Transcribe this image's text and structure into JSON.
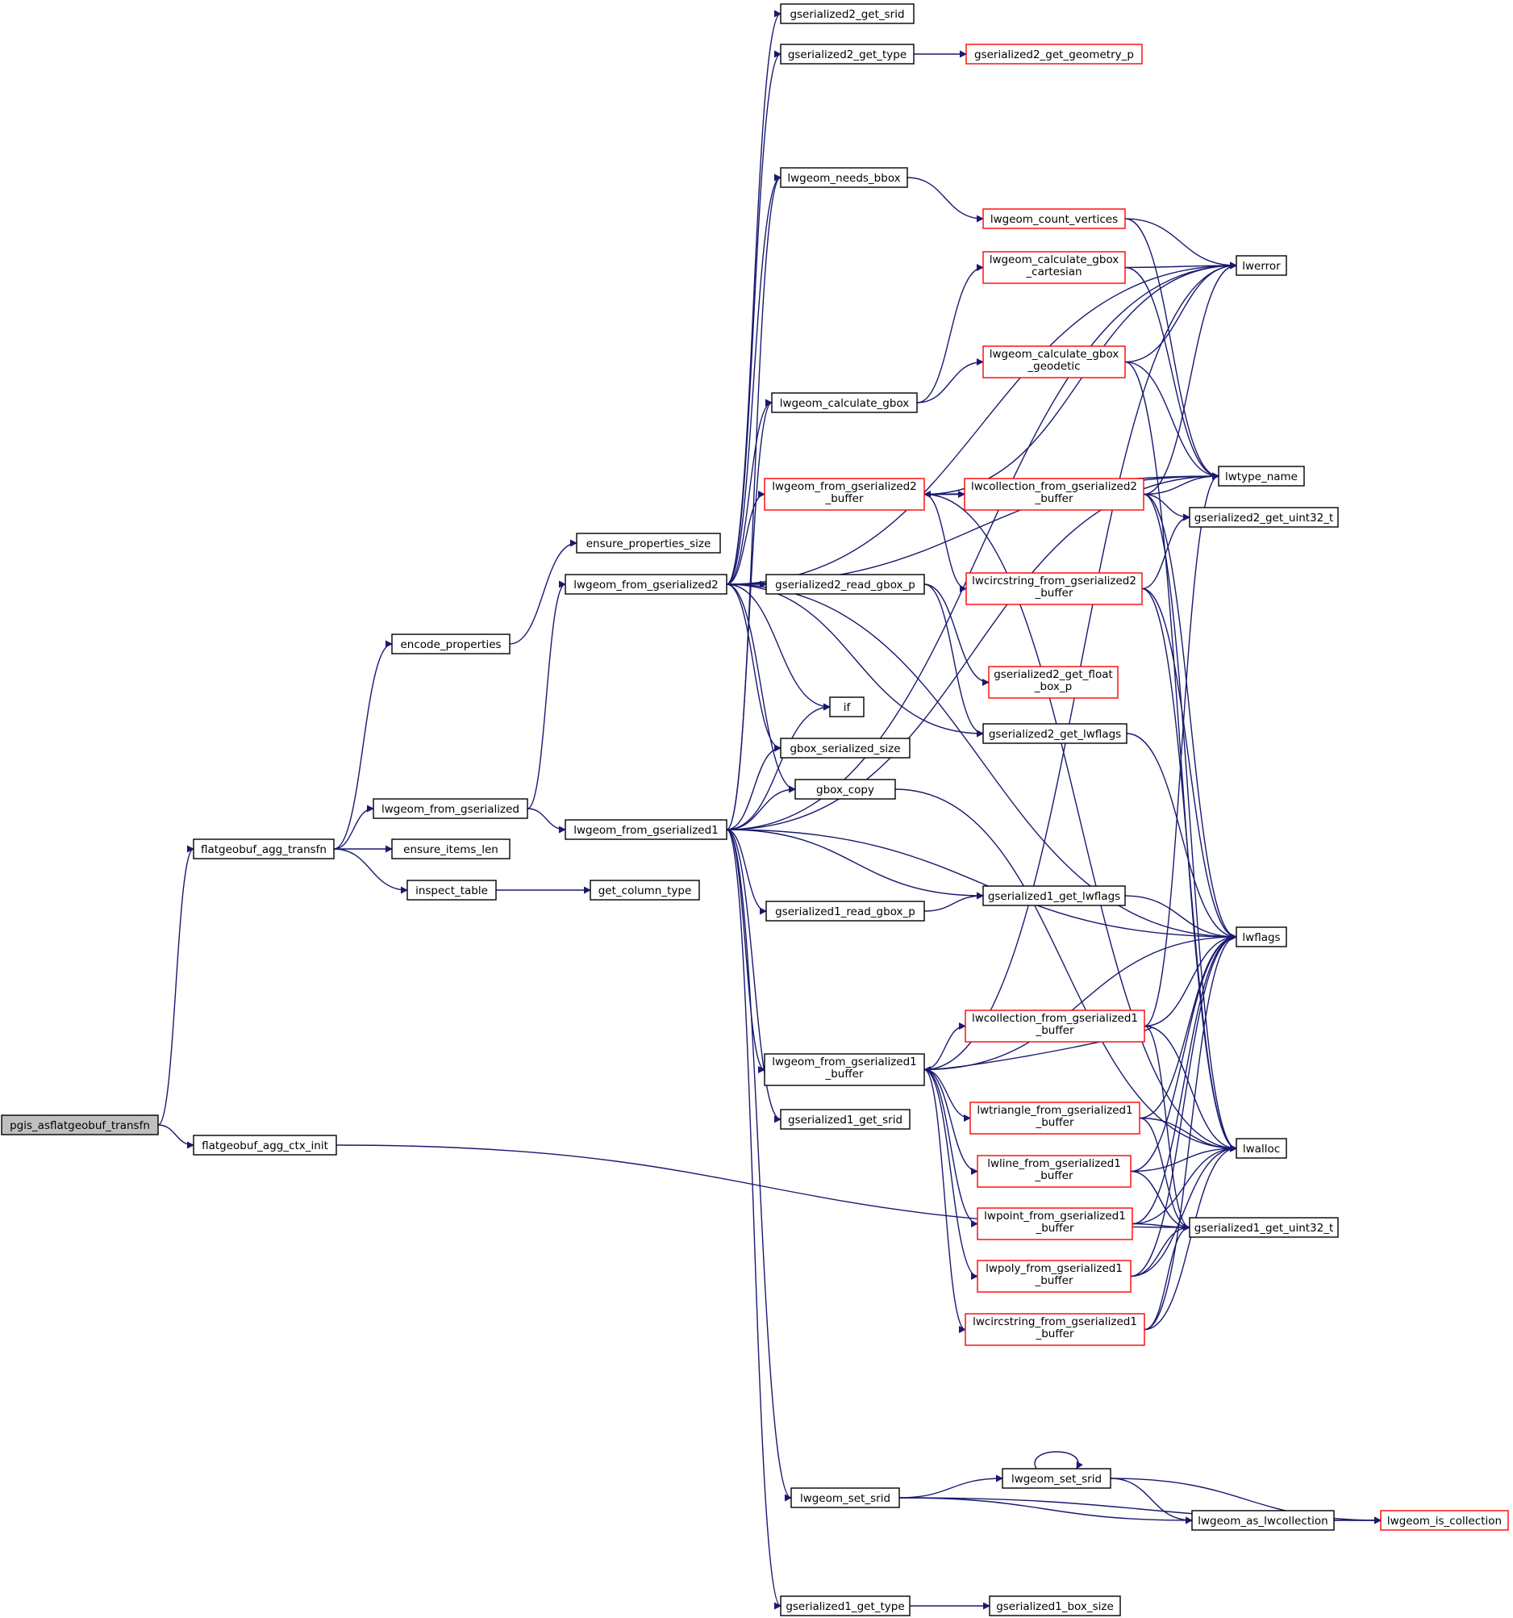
{
  "nodes": [
    {
      "id": "pgis_asflatgeobuf_transfn",
      "lines": [
        "pgis_asflatgeobuf_transfn"
      ],
      "root": true
    },
    {
      "id": "flatgeobuf_agg_transfn",
      "lines": [
        "flatgeobuf_agg_transfn"
      ]
    },
    {
      "id": "flatgeobuf_agg_ctx_init",
      "lines": [
        "flatgeobuf_agg_ctx_init"
      ]
    },
    {
      "id": "encode_properties",
      "lines": [
        "encode_properties"
      ]
    },
    {
      "id": "lwgeom_from_gserialized",
      "lines": [
        "lwgeom_from_gserialized"
      ]
    },
    {
      "id": "ensure_items_len",
      "lines": [
        "ensure_items_len"
      ]
    },
    {
      "id": "inspect_table",
      "lines": [
        "inspect_table"
      ]
    },
    {
      "id": "ensure_properties_size",
      "lines": [
        "ensure_properties_size"
      ]
    },
    {
      "id": "lwgeom_from_gserialized2",
      "lines": [
        "lwgeom_from_gserialized2"
      ]
    },
    {
      "id": "lwgeom_from_gserialized1",
      "lines": [
        "lwgeom_from_gserialized1"
      ]
    },
    {
      "id": "get_column_type",
      "lines": [
        "get_column_type"
      ]
    },
    {
      "id": "gserialized2_get_srid",
      "lines": [
        "gserialized2_get_srid"
      ]
    },
    {
      "id": "gserialized2_get_type",
      "lines": [
        "gserialized2_get_type"
      ]
    },
    {
      "id": "lwgeom_needs_bbox",
      "lines": [
        "lwgeom_needs_bbox"
      ]
    },
    {
      "id": "lwgeom_calculate_gbox",
      "lines": [
        "lwgeom_calculate_gbox"
      ]
    },
    {
      "id": "lwgeom_from_gserialized2_buffer",
      "lines": [
        "lwgeom_from_gserialized2",
        "_buffer"
      ],
      "red": true
    },
    {
      "id": "gserialized2_read_gbox_p",
      "lines": [
        "gserialized2_read_gbox_p"
      ]
    },
    {
      "id": "if",
      "lines": [
        "if"
      ]
    },
    {
      "id": "gbox_serialized_size",
      "lines": [
        "gbox_serialized_size"
      ]
    },
    {
      "id": "gbox_copy",
      "lines": [
        "gbox_copy"
      ]
    },
    {
      "id": "gserialized1_read_gbox_p",
      "lines": [
        "gserialized1_read_gbox_p"
      ]
    },
    {
      "id": "lwgeom_from_gserialized1_buffer",
      "lines": [
        "lwgeom_from_gserialized1",
        "_buffer"
      ]
    },
    {
      "id": "gserialized1_get_srid",
      "lines": [
        "gserialized1_get_srid"
      ]
    },
    {
      "id": "lwgeom_set_srid_a",
      "lines": [
        "lwgeom_set_srid"
      ]
    },
    {
      "id": "gserialized1_get_type",
      "lines": [
        "gserialized1_get_type"
      ]
    },
    {
      "id": "gserialized2_get_geometry_p",
      "lines": [
        "gserialized2_get_geometry_p"
      ],
      "red": true
    },
    {
      "id": "lwgeom_count_vertices",
      "lines": [
        "lwgeom_count_vertices"
      ],
      "red": true
    },
    {
      "id": "lwgeom_calculate_gbox_cartesian",
      "lines": [
        "lwgeom_calculate_gbox",
        "_cartesian"
      ],
      "red": true
    },
    {
      "id": "lwgeom_calculate_gbox_geodetic",
      "lines": [
        "lwgeom_calculate_gbox",
        "_geodetic"
      ],
      "red": true
    },
    {
      "id": "lwcollection_from_gserialized2_buffer",
      "lines": [
        "lwcollection_from_gserialized2",
        "_buffer"
      ],
      "red": true
    },
    {
      "id": "lwcircstring_from_gserialized2_buffer",
      "lines": [
        "lwcircstring_from_gserialized2",
        "_buffer"
      ],
      "red": true
    },
    {
      "id": "gserialized2_get_float_box_p",
      "lines": [
        "gserialized2_get_float",
        "_box_p"
      ],
      "red": true
    },
    {
      "id": "gserialized2_get_lwflags",
      "lines": [
        "gserialized2_get_lwflags"
      ]
    },
    {
      "id": "gserialized1_get_lwflags",
      "lines": [
        "gserialized1_get_lwflags"
      ]
    },
    {
      "id": "lwcollection_from_gserialized1_buffer",
      "lines": [
        "lwcollection_from_gserialized1",
        "_buffer"
      ],
      "red": true
    },
    {
      "id": "lwtriangle_from_gserialized1_buffer",
      "lines": [
        "lwtriangle_from_gserialized1",
        "_buffer"
      ],
      "red": true
    },
    {
      "id": "lwline_from_gserialized1_buffer",
      "lines": [
        "lwline_from_gserialized1",
        "_buffer"
      ],
      "red": true
    },
    {
      "id": "lwpoint_from_gserialized1_buffer",
      "lines": [
        "lwpoint_from_gserialized1",
        "_buffer"
      ],
      "red": true
    },
    {
      "id": "lwpoly_from_gserialized1_buffer",
      "lines": [
        "lwpoly_from_gserialized1",
        "_buffer"
      ],
      "red": true
    },
    {
      "id": "lwcircstring_from_gserialized1_buffer",
      "lines": [
        "lwcircstring_from_gserialized1",
        "_buffer"
      ],
      "red": true
    },
    {
      "id": "lwgeom_set_srid_b",
      "lines": [
        "lwgeom_set_srid"
      ]
    },
    {
      "id": "gserialized1_box_size",
      "lines": [
        "gserialized1_box_size"
      ]
    },
    {
      "id": "lwerror",
      "lines": [
        "lwerror"
      ]
    },
    {
      "id": "lwtype_name",
      "lines": [
        "lwtype_name"
      ]
    },
    {
      "id": "gserialized2_get_uint32_t",
      "lines": [
        "gserialized2_get_uint32_t"
      ]
    },
    {
      "id": "lwflags",
      "lines": [
        "lwflags"
      ]
    },
    {
      "id": "lwalloc",
      "lines": [
        "lwalloc"
      ]
    },
    {
      "id": "gserialized1_get_uint32_t",
      "lines": [
        "gserialized1_get_uint32_t"
      ]
    },
    {
      "id": "lwgeom_as_lwcollection",
      "lines": [
        "lwgeom_as_lwcollection"
      ]
    },
    {
      "id": "lwgeom_is_collection",
      "lines": [
        "lwgeom_is_collection"
      ],
      "red": true
    }
  ],
  "edges": [
    [
      "pgis_asflatgeobuf_transfn",
      "flatgeobuf_agg_transfn"
    ],
    [
      "pgis_asflatgeobuf_transfn",
      "flatgeobuf_agg_ctx_init"
    ],
    [
      "flatgeobuf_agg_transfn",
      "encode_properties"
    ],
    [
      "flatgeobuf_agg_transfn",
      "lwgeom_from_gserialized"
    ],
    [
      "flatgeobuf_agg_transfn",
      "ensure_items_len"
    ],
    [
      "flatgeobuf_agg_transfn",
      "inspect_table"
    ],
    [
      "flatgeobuf_agg_ctx_init",
      "gserialized1_get_uint32_t"
    ],
    [
      "encode_properties",
      "ensure_properties_size"
    ],
    [
      "lwgeom_from_gserialized",
      "lwgeom_from_gserialized2"
    ],
    [
      "lwgeom_from_gserialized",
      "lwgeom_from_gserialized1"
    ],
    [
      "inspect_table",
      "get_column_type"
    ],
    [
      "lwgeom_from_gserialized2",
      "gserialized2_get_srid"
    ],
    [
      "lwgeom_from_gserialized2",
      "gserialized2_get_type"
    ],
    [
      "lwgeom_from_gserialized2",
      "lwgeom_needs_bbox"
    ],
    [
      "lwgeom_from_gserialized2",
      "lwgeom_calculate_gbox"
    ],
    [
      "lwgeom_from_gserialized2",
      "lwgeom_from_gserialized2_buffer"
    ],
    [
      "lwgeom_from_gserialized2",
      "gserialized2_read_gbox_p"
    ],
    [
      "lwgeom_from_gserialized2",
      "if"
    ],
    [
      "lwgeom_from_gserialized2",
      "gbox_serialized_size"
    ],
    [
      "lwgeom_from_gserialized2",
      "gbox_copy"
    ],
    [
      "lwgeom_from_gserialized2",
      "lwerror"
    ],
    [
      "lwgeom_from_gserialized2",
      "lwtype_name"
    ],
    [
      "lwgeom_from_gserialized2",
      "lwflags"
    ],
    [
      "lwgeom_from_gserialized2",
      "gserialized2_get_lwflags"
    ],
    [
      "lwgeom_from_gserialized1",
      "lwgeom_needs_bbox"
    ],
    [
      "lwgeom_from_gserialized1",
      "lwgeom_calculate_gbox"
    ],
    [
      "lwgeom_from_gserialized1",
      "if"
    ],
    [
      "lwgeom_from_gserialized1",
      "gbox_serialized_size"
    ],
    [
      "lwgeom_from_gserialized1",
      "gbox_copy"
    ],
    [
      "lwgeom_from_gserialized1",
      "gserialized1_read_gbox_p"
    ],
    [
      "lwgeom_from_gserialized1",
      "gserialized1_get_lwflags"
    ],
    [
      "lwgeom_from_gserialized1",
      "lwgeom_from_gserialized1_buffer"
    ],
    [
      "lwgeom_from_gserialized1",
      "gserialized1_get_srid"
    ],
    [
      "lwgeom_from_gserialized1",
      "lwgeom_set_srid_a"
    ],
    [
      "lwgeom_from_gserialized1",
      "gserialized1_get_type"
    ],
    [
      "lwgeom_from_gserialized1",
      "lwtype_name"
    ],
    [
      "lwgeom_from_gserialized1",
      "lwflags"
    ],
    [
      "lwgeom_from_gserialized1",
      "lwerror"
    ],
    [
      "gserialized2_get_type",
      "gserialized2_get_geometry_p"
    ],
    [
      "lwgeom_needs_bbox",
      "lwgeom_count_vertices"
    ],
    [
      "lwgeom_calculate_gbox",
      "lwgeom_calculate_gbox_cartesian"
    ],
    [
      "lwgeom_calculate_gbox",
      "lwgeom_calculate_gbox_geodetic"
    ],
    [
      "lwgeom_from_gserialized2_buffer",
      "lwcollection_from_gserialized2_buffer"
    ],
    [
      "lwgeom_from_gserialized2_buffer",
      "lwcircstring_from_gserialized2_buffer"
    ],
    [
      "lwgeom_from_gserialized2_buffer",
      "lwtype_name"
    ],
    [
      "lwgeom_from_gserialized2_buffer",
      "lwerror"
    ],
    [
      "lwgeom_from_gserialized2_buffer",
      "lwalloc"
    ],
    [
      "lwcollection_from_gserialized2_buffer",
      "lwgeom_from_gserialized2_buffer"
    ],
    [
      "lwcollection_from_gserialized2_buffer",
      "lwtype_name"
    ],
    [
      "lwcollection_from_gserialized2_buffer",
      "gserialized2_get_uint32_t"
    ],
    [
      "lwcollection_from_gserialized2_buffer",
      "lwerror"
    ],
    [
      "lwcollection_from_gserialized2_buffer",
      "lwflags"
    ],
    [
      "lwcollection_from_gserialized2_buffer",
      "lwalloc"
    ],
    [
      "lwcircstring_from_gserialized2_buffer",
      "gserialized2_get_uint32_t"
    ],
    [
      "lwcircstring_from_gserialized2_buffer",
      "lwflags"
    ],
    [
      "lwcircstring_from_gserialized2_buffer",
      "lwalloc"
    ],
    [
      "gserialized2_read_gbox_p",
      "gserialized2_get_float_box_p"
    ],
    [
      "gserialized2_read_gbox_p",
      "gserialized2_get_lwflags"
    ],
    [
      "gserialized2_get_lwflags",
      "lwflags"
    ],
    [
      "gserialized1_read_gbox_p",
      "gserialized1_get_lwflags"
    ],
    [
      "gserialized1_get_lwflags",
      "lwflags"
    ],
    [
      "gbox_copy",
      "lwalloc"
    ],
    [
      "lwgeom_count_vertices",
      "lwerror"
    ],
    [
      "lwgeom_count_vertices",
      "lwtype_name"
    ],
    [
      "lwgeom_calculate_gbox_cartesian",
      "lwerror"
    ],
    [
      "lwgeom_calculate_gbox_cartesian",
      "lwtype_name"
    ],
    [
      "lwgeom_calculate_gbox_geodetic",
      "lwerror"
    ],
    [
      "lwgeom_calculate_gbox_geodetic",
      "lwtype_name"
    ],
    [
      "lwgeom_calculate_gbox_geodetic",
      "lwalloc"
    ],
    [
      "lwgeom_from_gserialized1_buffer",
      "lwcollection_from_gserialized1_buffer"
    ],
    [
      "lwgeom_from_gserialized1_buffer",
      "lwtriangle_from_gserialized1_buffer"
    ],
    [
      "lwgeom_from_gserialized1_buffer",
      "lwline_from_gserialized1_buffer"
    ],
    [
      "lwgeom_from_gserialized1_buffer",
      "lwpoint_from_gserialized1_buffer"
    ],
    [
      "lwgeom_from_gserialized1_buffer",
      "lwpoly_from_gserialized1_buffer"
    ],
    [
      "lwgeom_from_gserialized1_buffer",
      "lwcircstring_from_gserialized1_buffer"
    ],
    [
      "lwgeom_from_gserialized1_buffer",
      "lwerror"
    ],
    [
      "lwgeom_from_gserialized1_buffer",
      "lwflags"
    ],
    [
      "lwcollection_from_gserialized1_buffer",
      "lwgeom_from_gserialized1_buffer"
    ],
    [
      "lwcollection_from_gserialized1_buffer",
      "lwtype_name"
    ],
    [
      "lwcollection_from_gserialized1_buffer",
      "lwflags"
    ],
    [
      "lwcollection_from_gserialized1_buffer",
      "lwalloc"
    ],
    [
      "lwcollection_from_gserialized1_buffer",
      "gserialized1_get_uint32_t"
    ],
    [
      "lwtriangle_from_gserialized1_buffer",
      "lwflags"
    ],
    [
      "lwtriangle_from_gserialized1_buffer",
      "lwalloc"
    ],
    [
      "lwtriangle_from_gserialized1_buffer",
      "gserialized1_get_uint32_t"
    ],
    [
      "lwline_from_gserialized1_buffer",
      "lwflags"
    ],
    [
      "lwline_from_gserialized1_buffer",
      "lwalloc"
    ],
    [
      "lwline_from_gserialized1_buffer",
      "gserialized1_get_uint32_t"
    ],
    [
      "lwpoint_from_gserialized1_buffer",
      "lwflags"
    ],
    [
      "lwpoint_from_gserialized1_buffer",
      "lwalloc"
    ],
    [
      "lwpoint_from_gserialized1_buffer",
      "gserialized1_get_uint32_t"
    ],
    [
      "lwpoly_from_gserialized1_buffer",
      "lwflags"
    ],
    [
      "lwpoly_from_gserialized1_buffer",
      "lwalloc"
    ],
    [
      "lwpoly_from_gserialized1_buffer",
      "gserialized1_get_uint32_t"
    ],
    [
      "lwcircstring_from_gserialized1_buffer",
      "lwflags"
    ],
    [
      "lwcircstring_from_gserialized1_buffer",
      "lwalloc"
    ],
    [
      "lwcircstring_from_gserialized1_buffer",
      "gserialized1_get_uint32_t"
    ],
    [
      "lwgeom_set_srid_a",
      "lwgeom_set_srid_b"
    ],
    [
      "lwgeom_set_srid_a",
      "lwgeom_as_lwcollection"
    ],
    [
      "lwgeom_set_srid_a",
      "lwgeom_is_collection"
    ],
    [
      "lwgeom_set_srid_b",
      "lwgeom_set_srid_b"
    ],
    [
      "lwgeom_set_srid_b",
      "lwgeom_as_lwcollection"
    ],
    [
      "lwgeom_set_srid_b",
      "lwgeom_is_collection"
    ],
    [
      "lwgeom_as_lwcollection",
      "lwgeom_is_collection"
    ],
    [
      "gserialized1_get_type",
      "gserialized1_box_size"
    ]
  ]
}
